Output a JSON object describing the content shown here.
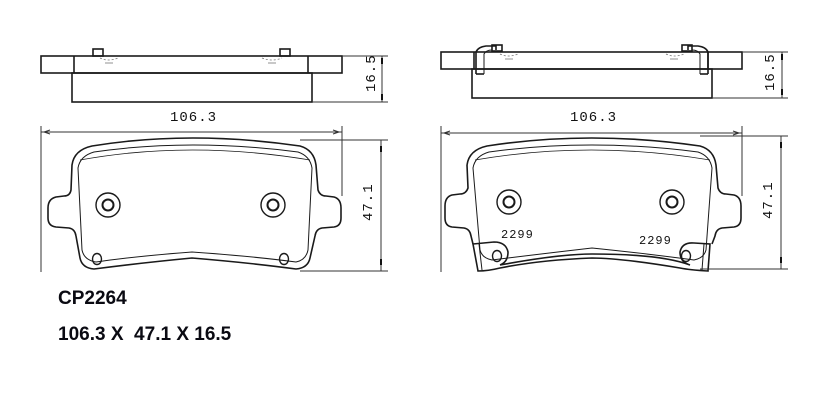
{
  "drawings": [
    {
      "id": "left",
      "side_view": {
        "width_label": "106.3",
        "thickness_label": "16.5"
      },
      "front_view": {
        "height_label": "47.1",
        "markings": []
      }
    },
    {
      "id": "right",
      "side_view": {
        "width_label": "106.3",
        "thickness_label": "16.5"
      },
      "front_view": {
        "height_label": "47.1",
        "markings": [
          "2299",
          "2299"
        ]
      }
    }
  ],
  "product": {
    "part_number": "CP2264",
    "dimensions": "106.3 X  47.1 X 16.5",
    "width_mm": "106.3",
    "height_mm": "47.1",
    "thickness_mm": "16.5"
  },
  "colors": {
    "line": "#1a1a1a",
    "dim_line": "#333333",
    "background": "#ffffff"
  }
}
